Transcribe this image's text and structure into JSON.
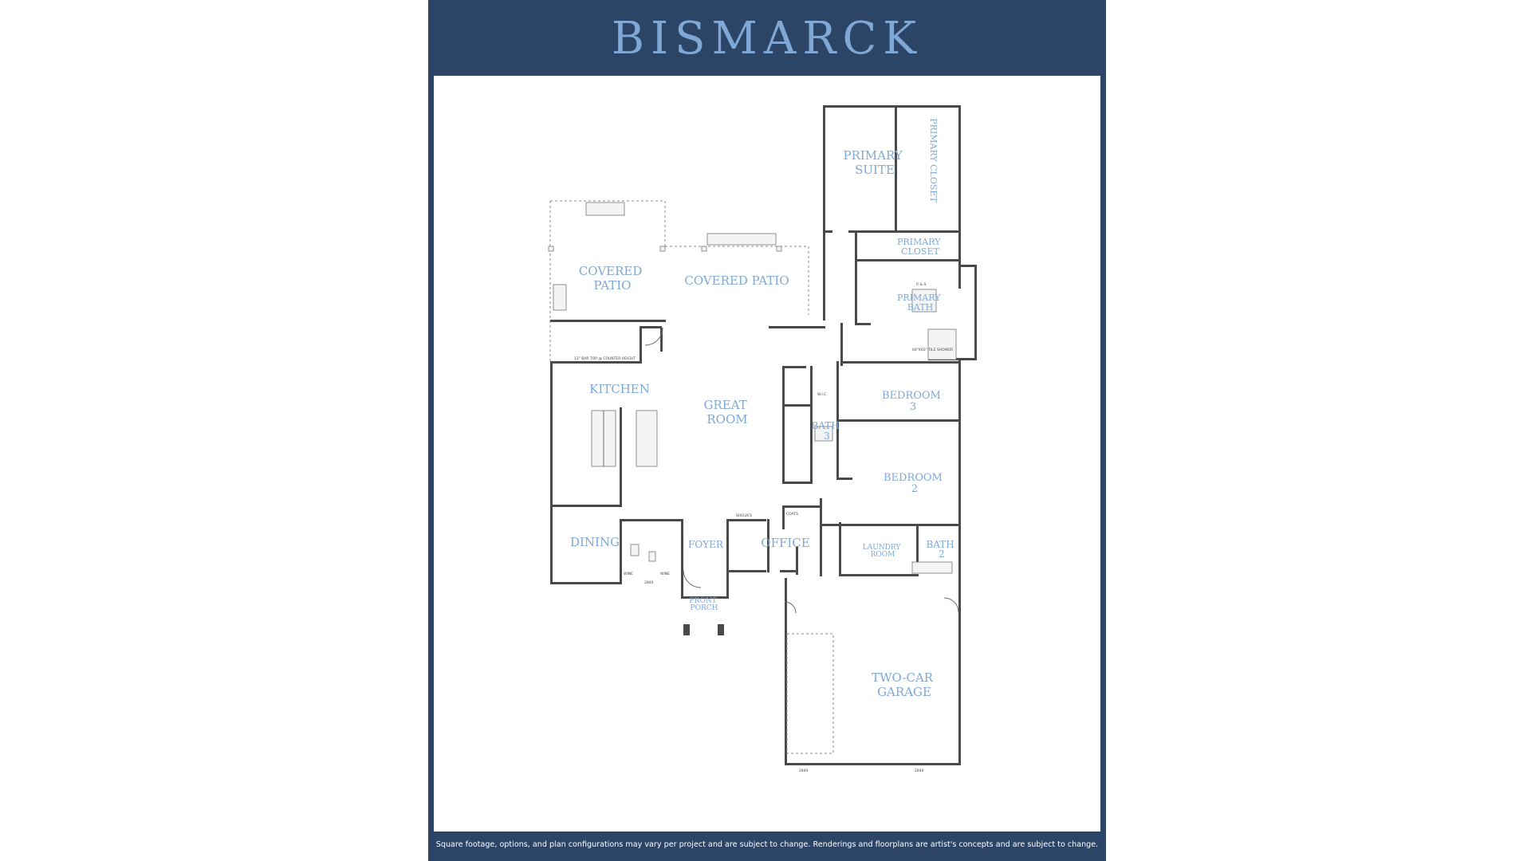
{
  "header": {
    "title": "BISMARCK"
  },
  "rooms": {
    "primary_suite": [
      "PRIMARY",
      "SUITE"
    ],
    "primary_closet_vertical": "PRIMARY CLOSET",
    "primary_closet": [
      "PRIMARY",
      "CLOSET"
    ],
    "primary_bath": [
      "PRIMARY",
      "BATH"
    ],
    "covered_patio_left": [
      "COVERED",
      "PATIO"
    ],
    "covered_patio_main": "COVERED PATIO",
    "kitchen": "KITCHEN",
    "great_room": [
      "GREAT",
      "ROOM"
    ],
    "bedroom_3": [
      "BEDROOM",
      "3"
    ],
    "bath_3": [
      "BATH",
      "3"
    ],
    "bedroom_2": [
      "BEDROOM",
      "2"
    ],
    "dining": "DINING",
    "foyer": "FOYER",
    "office": "OFFICE",
    "laundry_room": [
      "LAUNDRY",
      "ROOM"
    ],
    "bath_2": [
      "BATH",
      "2"
    ],
    "front_porch": [
      "FRONT",
      "PORCH"
    ],
    "garage": [
      "TWO-CAR",
      "GARAGE"
    ]
  },
  "annotations": {
    "wic": "W.I.C",
    "rs": "R & S",
    "coats": "COATS",
    "shelves": "SHELVES",
    "wine": "WINE",
    "bar_top": "12\" BAR TOP @ COUNTER HEIGHT",
    "shower": "60\"X60\" TILE SHOWER",
    "garage_door_a": "2840",
    "garage_door_b": "2840",
    "dining_door": "2840"
  },
  "footer": {
    "disclaimer": "Square footage, options, and plan configurations may vary per project and are subject to change. Renderings and floorplans are artist's concepts and are subject to change."
  }
}
